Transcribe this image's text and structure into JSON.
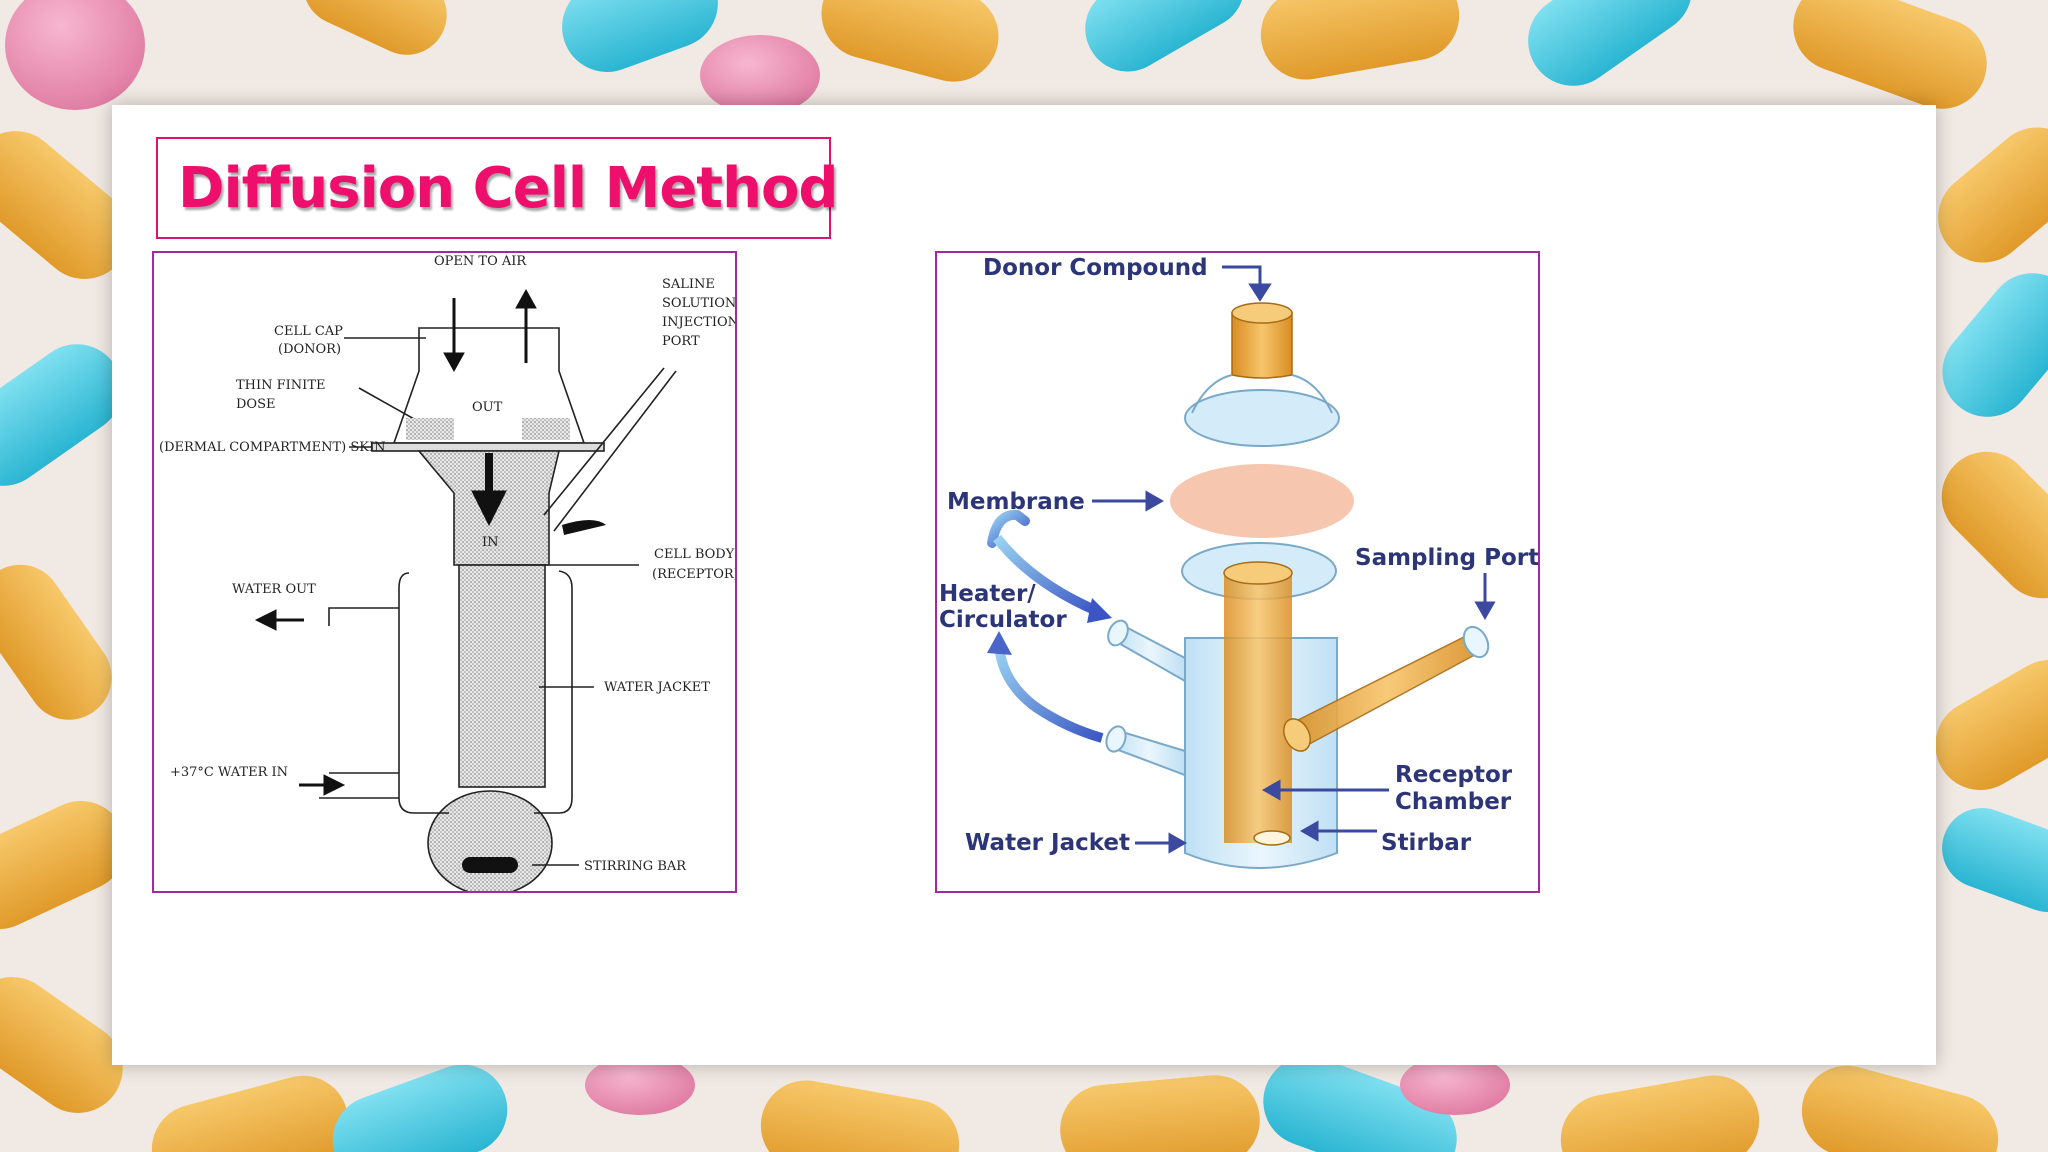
{
  "title": "Diffusion Cell Method",
  "left_diagram": {
    "labels": {
      "open_to_air": "OPEN TO AIR",
      "saline_1": "SALINE",
      "saline_2": "SOLUTION",
      "saline_3": "INJECTION",
      "saline_4": "PORT",
      "cell_cap_1": "CELL CAP",
      "cell_cap_2": "(DONOR)",
      "thin_1": "THIN FINITE",
      "thin_2": "DOSE",
      "out": "OUT",
      "skin": "(DERMAL COMPARTMENT) SKIN",
      "in": "IN",
      "cell_body_1": "CELL BODY",
      "cell_body_2": "(RECEPTOR)",
      "water_out": "WATER OUT",
      "water_jacket": "WATER JACKET",
      "water_in": "+37°C WATER IN",
      "stirring_bar": "STIRRING BAR"
    }
  },
  "right_diagram": {
    "labels": {
      "donor_compound": "Donor Compound",
      "membrane": "Membrane",
      "sampling_port": "Sampling Port",
      "heater_1": "Heater/",
      "heater_2": "Circulator",
      "receptor_1": "Receptor",
      "receptor_2": "Chamber",
      "water_jacket": "Water Jacket",
      "stirbar": "Stirbar"
    }
  },
  "colors": {
    "title": "#ee0f6d",
    "title_border": "#e0116e",
    "panel_border": "#a02aa0",
    "label_blue": "#2b3577",
    "amber": "#e8a53a",
    "membrane": "#f6c6ae",
    "arrow_blue": "#4a66c9"
  }
}
